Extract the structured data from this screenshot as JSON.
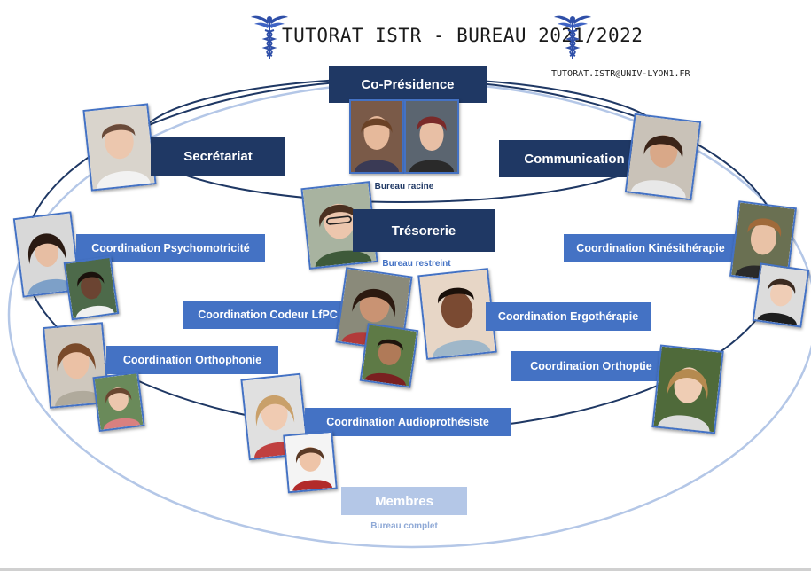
{
  "header": {
    "title": "TUTORAT ISTR   -   BUREAU 2021/2022",
    "email": "TUTORAT.ISTR@UNIV-LYON1.FR"
  },
  "roles": {
    "co_presidence": "Co-Présidence",
    "secretariat": "Secrétariat",
    "communication": "Communication",
    "tresorerie": "Trésorerie",
    "coord_psychomotricite": "Coordination Psychomotricité",
    "coord_kinesitherapie": "Coordination Kinésithérapie",
    "coord_codeur_lfpc": "Coordination Codeur LfPC",
    "coord_ergotherapie": "Coordination Ergothérapie",
    "coord_orthophonie": "Coordination Orthophonie",
    "coord_orthoptie": "Coordination Orthoptie",
    "coord_audioprothesiste": "Coordination Audioprothésiste",
    "membres": "Membres"
  },
  "captions": {
    "bureau_racine": "Bureau racine",
    "bureau_restreint": "Bureau restreint",
    "bureau_complet": "Bureau complet"
  },
  "colors": {
    "dark_navy": "#1f3864",
    "medium_blue": "#4472c4",
    "light_blue": "#b4c7e7",
    "ring_light": "#b4c7e7"
  },
  "icons": {
    "header_left": "caduceus-icon",
    "header_right": "caduceus-icon"
  }
}
